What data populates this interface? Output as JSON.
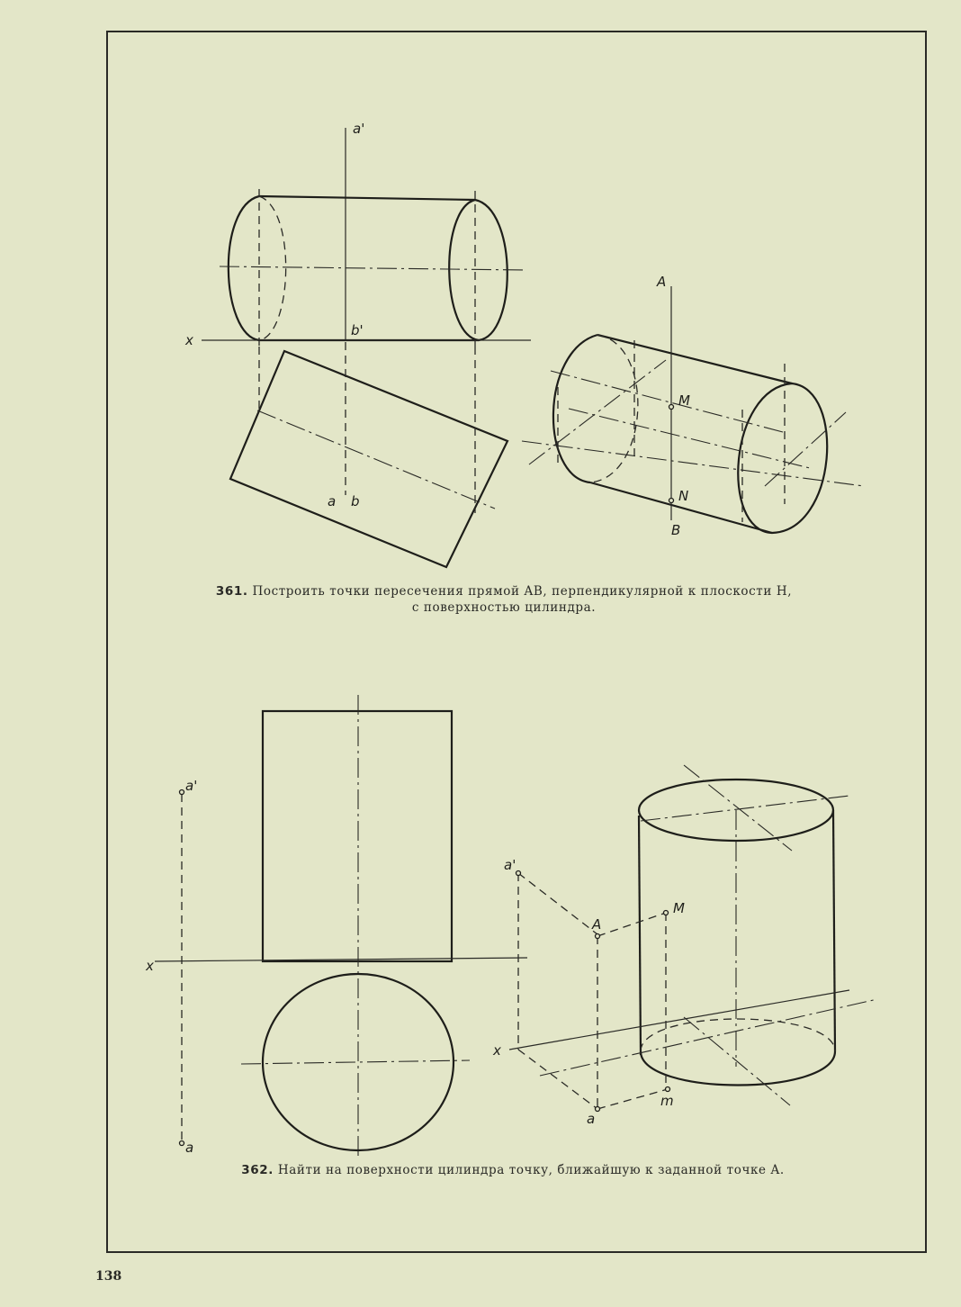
{
  "fig361": {
    "number": "361.",
    "caption_line1": "Построить точки пересечения прямой AB, перпендикулярной к плоскости H,",
    "caption_line2": "с поверхностью цилиндра.",
    "labels": {
      "a_prime": "a'",
      "b_prime": "b'",
      "x_axis": "x",
      "ab": "a",
      "b": "b",
      "A": "A",
      "M": "M",
      "N": "N",
      "B": "B"
    }
  },
  "fig362": {
    "number": "362.",
    "caption": "Найти на поверхности цилиндра точку, ближайшую к заданной точке A.",
    "labels": {
      "a_prime_left": "a'",
      "a_left": "a",
      "x_axis_left": "x",
      "a_prime_right": "a'",
      "A": "A",
      "M": "M",
      "x_axis_right": "x",
      "m": "m",
      "a_right": "a"
    }
  },
  "page_number": "138"
}
